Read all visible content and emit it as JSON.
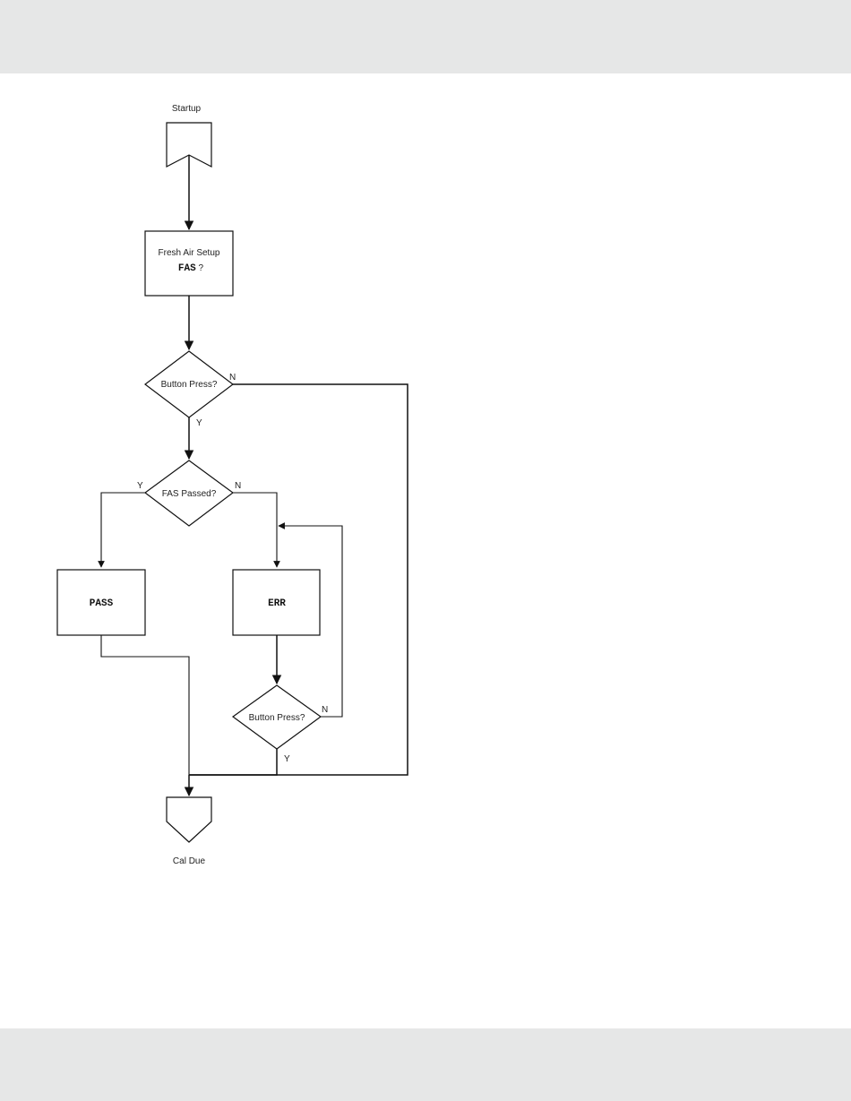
{
  "diagram": {
    "start_label": "Startup",
    "end_label": "Cal Due",
    "fresh_air_setup": {
      "title": "Fresh Air Setup",
      "code": "FAS",
      "suffix": " ?"
    },
    "decision_button_press_1": "Button Press?",
    "decision_fas_passed": "FAS Passed?",
    "decision_button_press_2": "Button Press?",
    "pass_box": "PASS",
    "err_box": "ERR",
    "branch_labels": {
      "yes": "Y",
      "no": "N"
    }
  }
}
